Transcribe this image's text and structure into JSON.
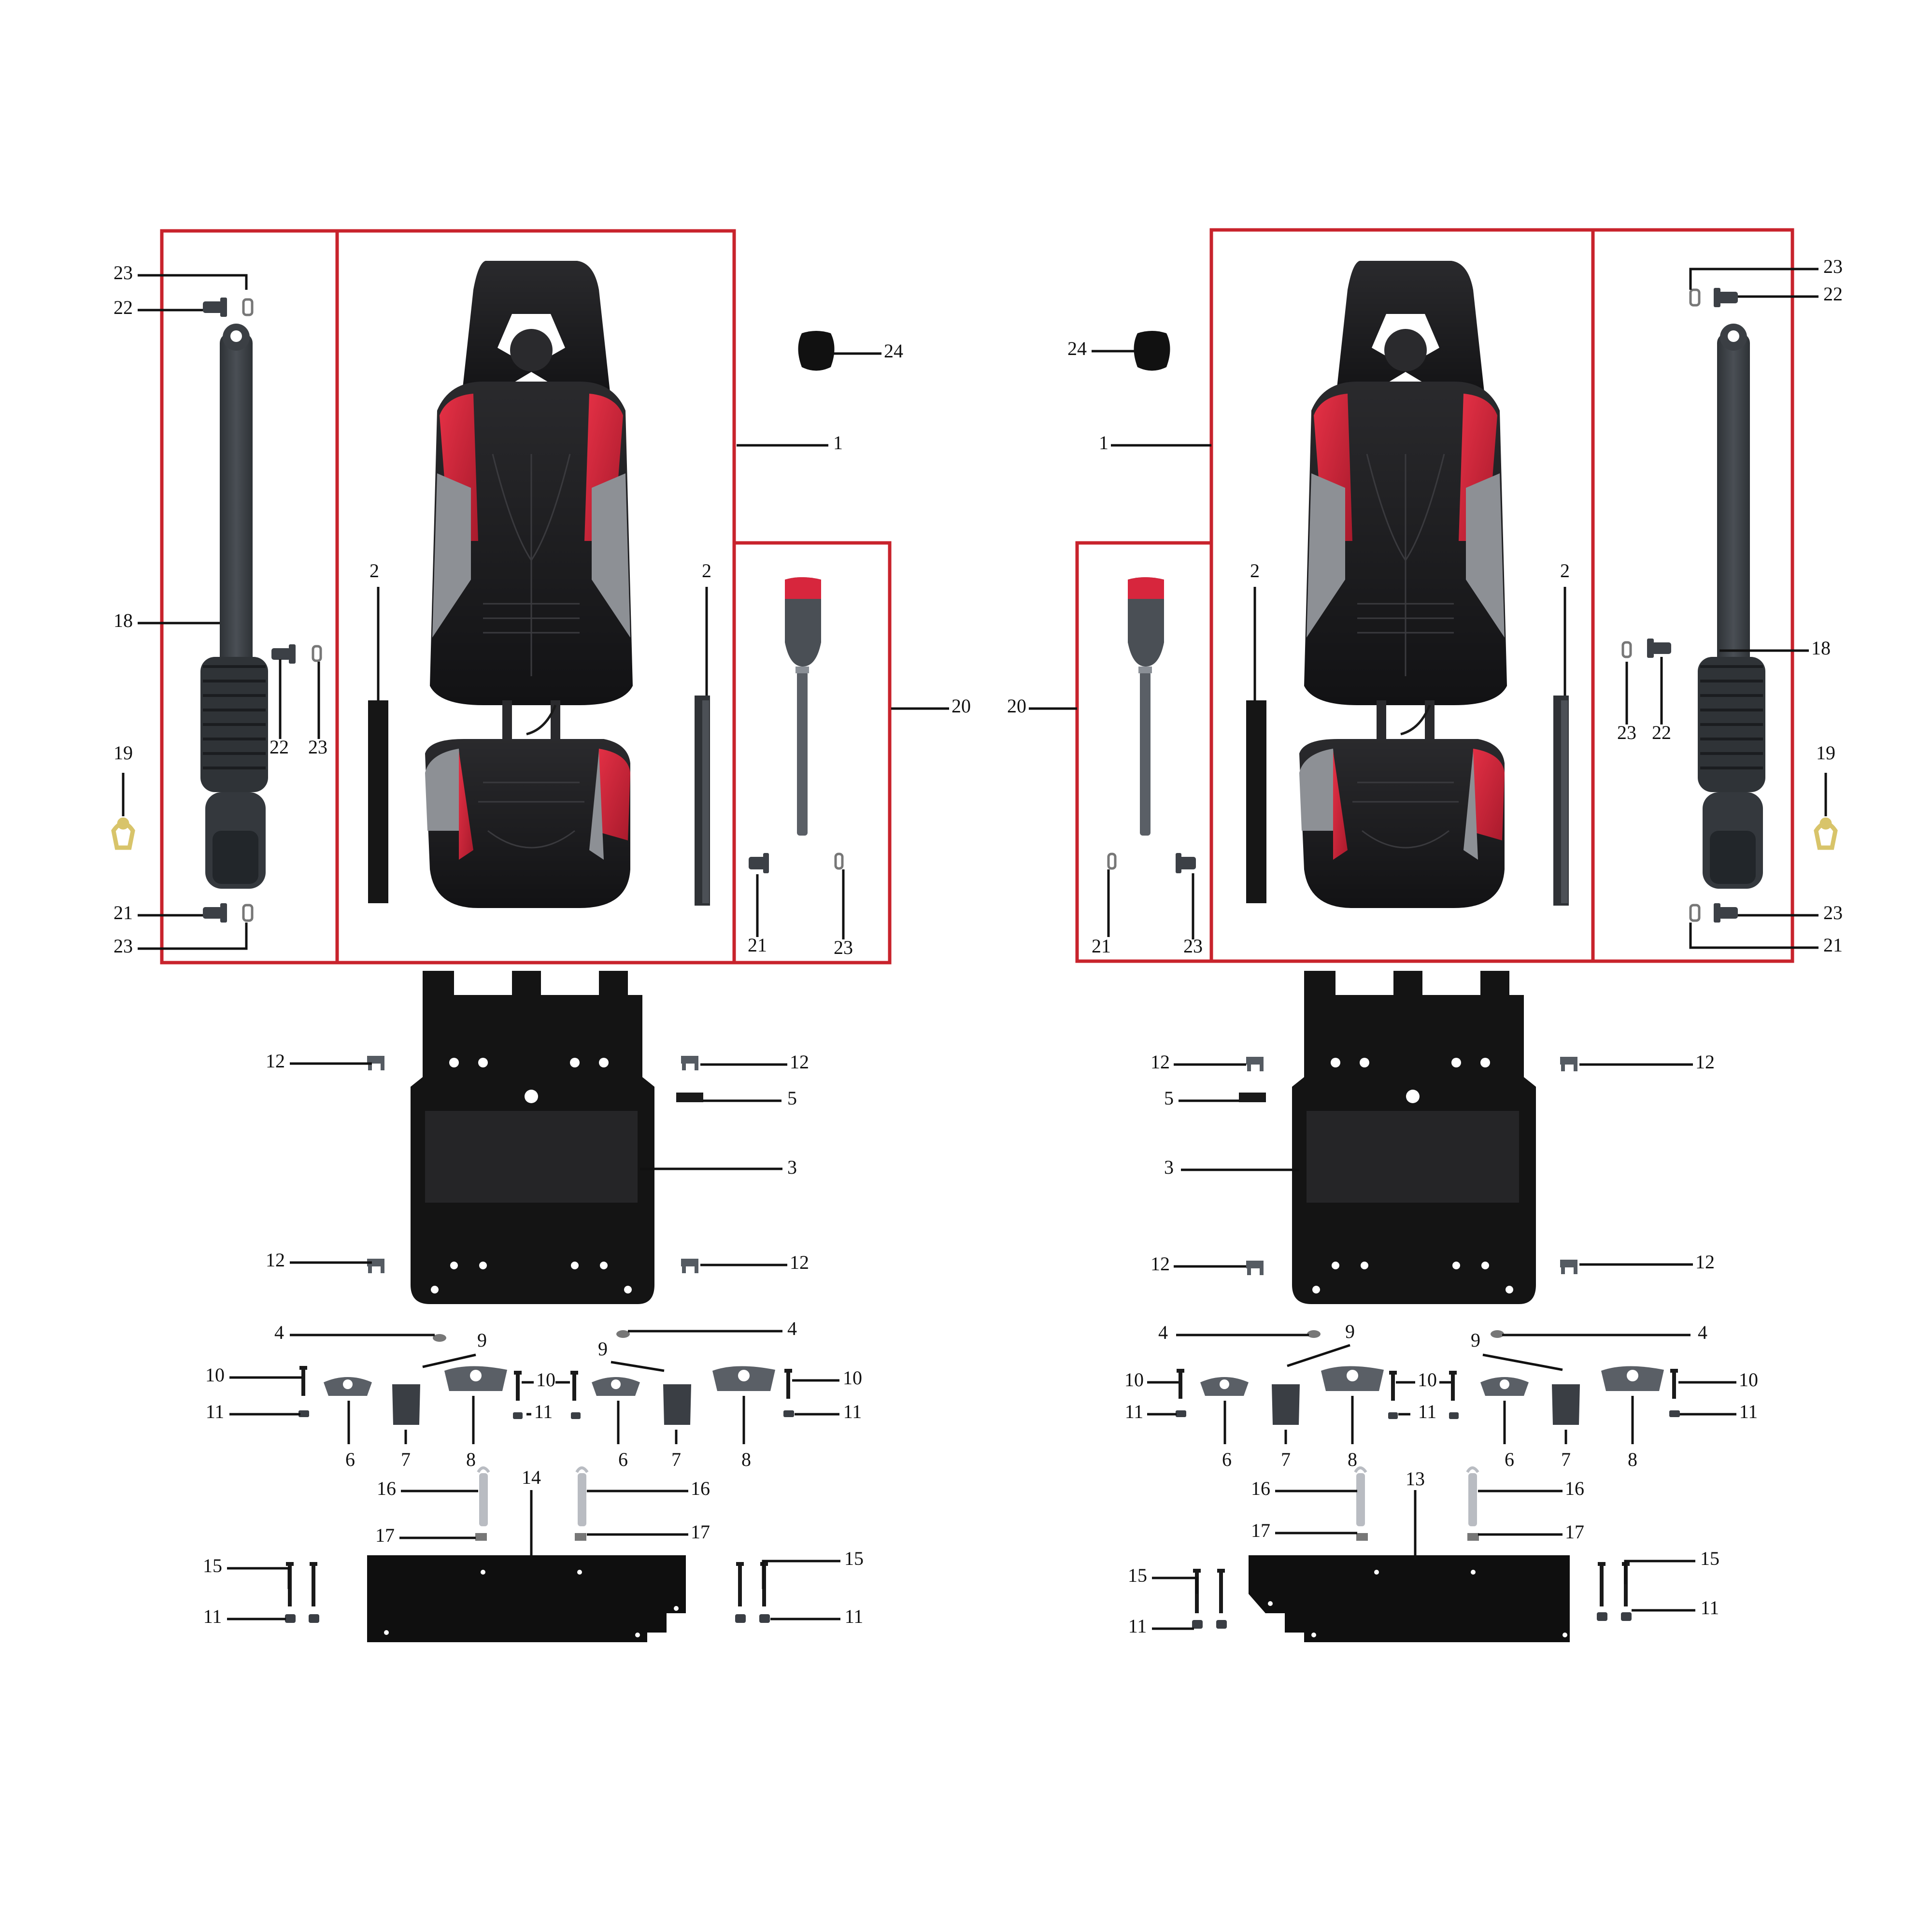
{
  "diagram": {
    "type": "exploded-parts-diagram",
    "colors": {
      "frame": "#c8232c",
      "leader": "#111111",
      "label": "#111111",
      "seat_black": "#1f1f21",
      "seat_red": "#d7263d",
      "seat_gray": "#8d9095",
      "belt": "#3b3f44",
      "metal": "#5a5f66",
      "plate": "#141414",
      "light_metal": "#b9bcc2",
      "yellow": "#d8c46a"
    },
    "icons": [
      "seat-icon",
      "seat-belt-retractor-icon",
      "seat-belt-buckle-icon",
      "seat-slide-rail-icon",
      "seat-base-plate-icon",
      "mount-bracket-icon",
      "bolt-icon",
      "nut-icon",
      "washer-icon",
      "clip-icon",
      "plug-cap-icon",
      "d-ring-icon",
      "floor-plate-icon"
    ],
    "labels": [
      {
        "n": "23"
      },
      {
        "n": "22"
      },
      {
        "n": "18"
      },
      {
        "n": "22"
      },
      {
        "n": "23"
      },
      {
        "n": "19"
      },
      {
        "n": "21"
      },
      {
        "n": "23"
      },
      {
        "n": "2"
      },
      {
        "n": "2"
      },
      {
        "n": "1"
      },
      {
        "n": "24"
      },
      {
        "n": "20"
      },
      {
        "n": "21"
      },
      {
        "n": "23"
      },
      {
        "n": "12"
      },
      {
        "n": "12"
      },
      {
        "n": "5"
      },
      {
        "n": "3"
      },
      {
        "n": "12"
      },
      {
        "n": "12"
      },
      {
        "n": "4"
      },
      {
        "n": "4"
      },
      {
        "n": "9"
      },
      {
        "n": "9"
      },
      {
        "n": "10"
      },
      {
        "n": "11"
      },
      {
        "n": "10"
      },
      {
        "n": "11"
      },
      {
        "n": "10"
      },
      {
        "n": "11"
      },
      {
        "n": "6"
      },
      {
        "n": "7"
      },
      {
        "n": "8"
      },
      {
        "n": "6"
      },
      {
        "n": "7"
      },
      {
        "n": "8"
      },
      {
        "n": "16"
      },
      {
        "n": "14"
      },
      {
        "n": "16"
      },
      {
        "n": "17"
      },
      {
        "n": "17"
      },
      {
        "n": "15"
      },
      {
        "n": "11"
      },
      {
        "n": "15"
      },
      {
        "n": "11"
      },
      {
        "n": "23"
      },
      {
        "n": "22"
      },
      {
        "n": "24"
      },
      {
        "n": "1"
      },
      {
        "n": "20"
      },
      {
        "n": "2"
      },
      {
        "n": "2"
      },
      {
        "n": "18"
      },
      {
        "n": "23"
      },
      {
        "n": "22"
      },
      {
        "n": "19"
      },
      {
        "n": "23"
      },
      {
        "n": "21"
      },
      {
        "n": "21"
      },
      {
        "n": "23"
      },
      {
        "n": "12"
      },
      {
        "n": "5"
      },
      {
        "n": "3"
      },
      {
        "n": "12"
      },
      {
        "n": "12"
      },
      {
        "n": "12"
      },
      {
        "n": "4"
      },
      {
        "n": "4"
      },
      {
        "n": "9"
      },
      {
        "n": "9"
      },
      {
        "n": "10"
      },
      {
        "n": "11"
      },
      {
        "n": "10"
      },
      {
        "n": "11"
      },
      {
        "n": "10"
      },
      {
        "n": "11"
      },
      {
        "n": "6"
      },
      {
        "n": "7"
      },
      {
        "n": "8"
      },
      {
        "n": "6"
      },
      {
        "n": "7"
      },
      {
        "n": "8"
      },
      {
        "n": "16"
      },
      {
        "n": "13"
      },
      {
        "n": "16"
      },
      {
        "n": "17"
      },
      {
        "n": "17"
      },
      {
        "n": "15"
      },
      {
        "n": "11"
      },
      {
        "n": "15"
      },
      {
        "n": "11"
      }
    ]
  }
}
